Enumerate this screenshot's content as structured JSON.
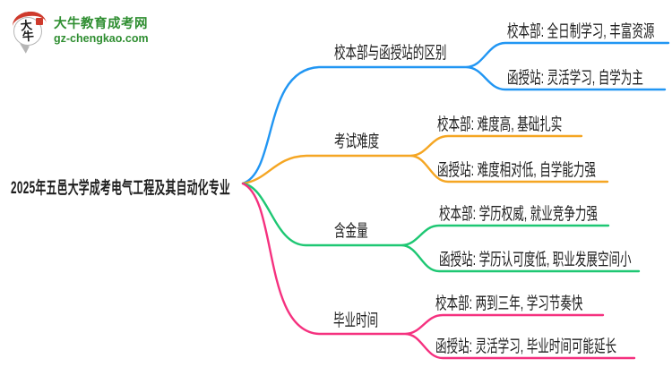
{
  "logo": {
    "site_name": "大牛教育成考网",
    "site_url": "gz-chengkao.com",
    "green": "#2f8e31",
    "red": "#ce3a2c",
    "icon": "daniu-speech-bubble-logo",
    "icon_char_top": "大",
    "icon_char_bottom": "牛"
  },
  "mindmap": {
    "root": "2025年五邑大学成考电气工程及其自动化专业",
    "text_color": "#1e1e1e",
    "branches": [
      {
        "label": "校本部与函授站的区别",
        "color": "#2196f3",
        "children": [
          "校本部: 全日制学习, 丰富资源",
          "函授站: 灵活学习, 自学为主"
        ]
      },
      {
        "label": "考试难度",
        "color": "#f5a623",
        "children": [
          "校本部: 难度高, 基础扎实",
          "函授站: 难度相对低, 自学能力强"
        ]
      },
      {
        "label": "含金量",
        "color": "#1ec773",
        "children": [
          "校本部: 学历权威, 就业竞争力强",
          "函授站: 学历认可度低, 职业发展空间小"
        ]
      },
      {
        "label": "毕业时间",
        "color": "#f5317f",
        "children": [
          "校本部: 两到三年, 学习节奏快",
          "函授站: 灵活学习, 毕业时间可能延长"
        ]
      }
    ]
  }
}
